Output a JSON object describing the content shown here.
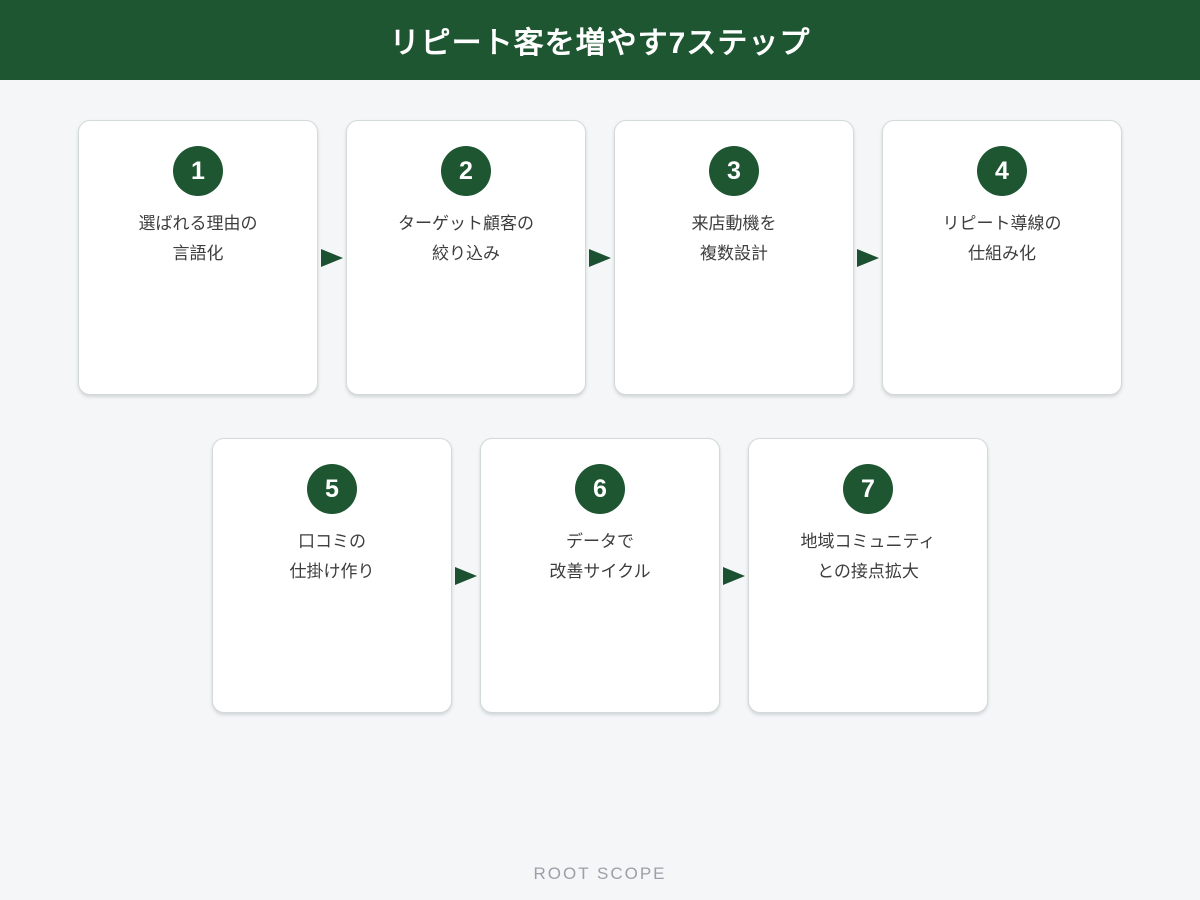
{
  "header": {
    "title": "リピート客を増やす7ステップ"
  },
  "steps": [
    {
      "number": "1",
      "lines": [
        "選ばれる理由の",
        "言語化"
      ]
    },
    {
      "number": "2",
      "lines": [
        "ターゲット顧客の",
        "絞り込み"
      ]
    },
    {
      "number": "3",
      "lines": [
        "来店動機を",
        "複数設計"
      ]
    },
    {
      "number": "4",
      "lines": [
        "リピート導線の",
        "仕組み化"
      ]
    },
    {
      "number": "5",
      "lines": [
        "口コミの",
        "仕掛け作り"
      ]
    },
    {
      "number": "6",
      "lines": [
        "データで",
        "改善サイクル"
      ]
    },
    {
      "number": "7",
      "lines": [
        "地域コミュニティ",
        "との接点拡大"
      ]
    }
  ],
  "footer": {
    "brand": "ROOT SCOPE"
  },
  "colors": {
    "accent_green": "#1d5631",
    "arrow_green": "#1b5130",
    "page_background": "#f5f6f8",
    "card_background": "#ffffff",
    "card_border": "#d3dada",
    "body_text": "#3d3d3d",
    "footer_text": "#9ba0a7",
    "title_text": "#ffffff"
  }
}
